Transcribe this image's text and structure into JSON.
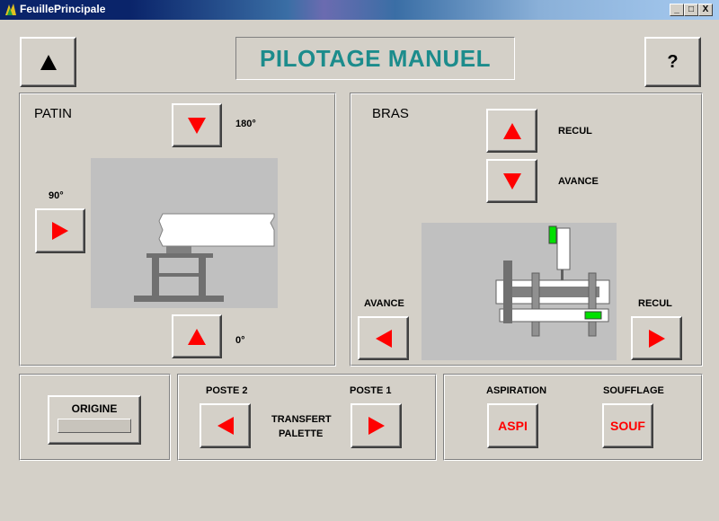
{
  "window": {
    "title": "FeuillePrincipale",
    "min": "_",
    "max": "□",
    "close": "X"
  },
  "header": {
    "title": "PILOTAGE MANUEL",
    "help_label": "?"
  },
  "patin": {
    "title": "PATIN",
    "label_180": "180°",
    "label_90": "90°",
    "label_0": "0°"
  },
  "bras": {
    "title": "BRAS",
    "recul_top": "RECUL",
    "avance_top": "AVANCE",
    "avance_left": "AVANCE",
    "recul_right": "RECUL"
  },
  "origine": {
    "label": "ORIGINE"
  },
  "transfert": {
    "poste2": "POSTE 2",
    "poste1": "POSTE 1",
    "line1": "TRANSFERT",
    "line2": "PALETTE"
  },
  "air": {
    "aspiration": "ASPIRATION",
    "soufflage": "SOUFFLAGE",
    "aspi_btn": "ASPI",
    "souf_btn": "SOUF"
  },
  "colors": {
    "accent_title": "#1c8c8c",
    "arrow_red": "#ff0000",
    "indicator_green": "#00e000",
    "background": "#d4d0c8"
  },
  "icons": [
    "app-icon",
    "arrow-up-icon",
    "arrow-down-icon",
    "arrow-left-icon",
    "arrow-right-icon"
  ]
}
